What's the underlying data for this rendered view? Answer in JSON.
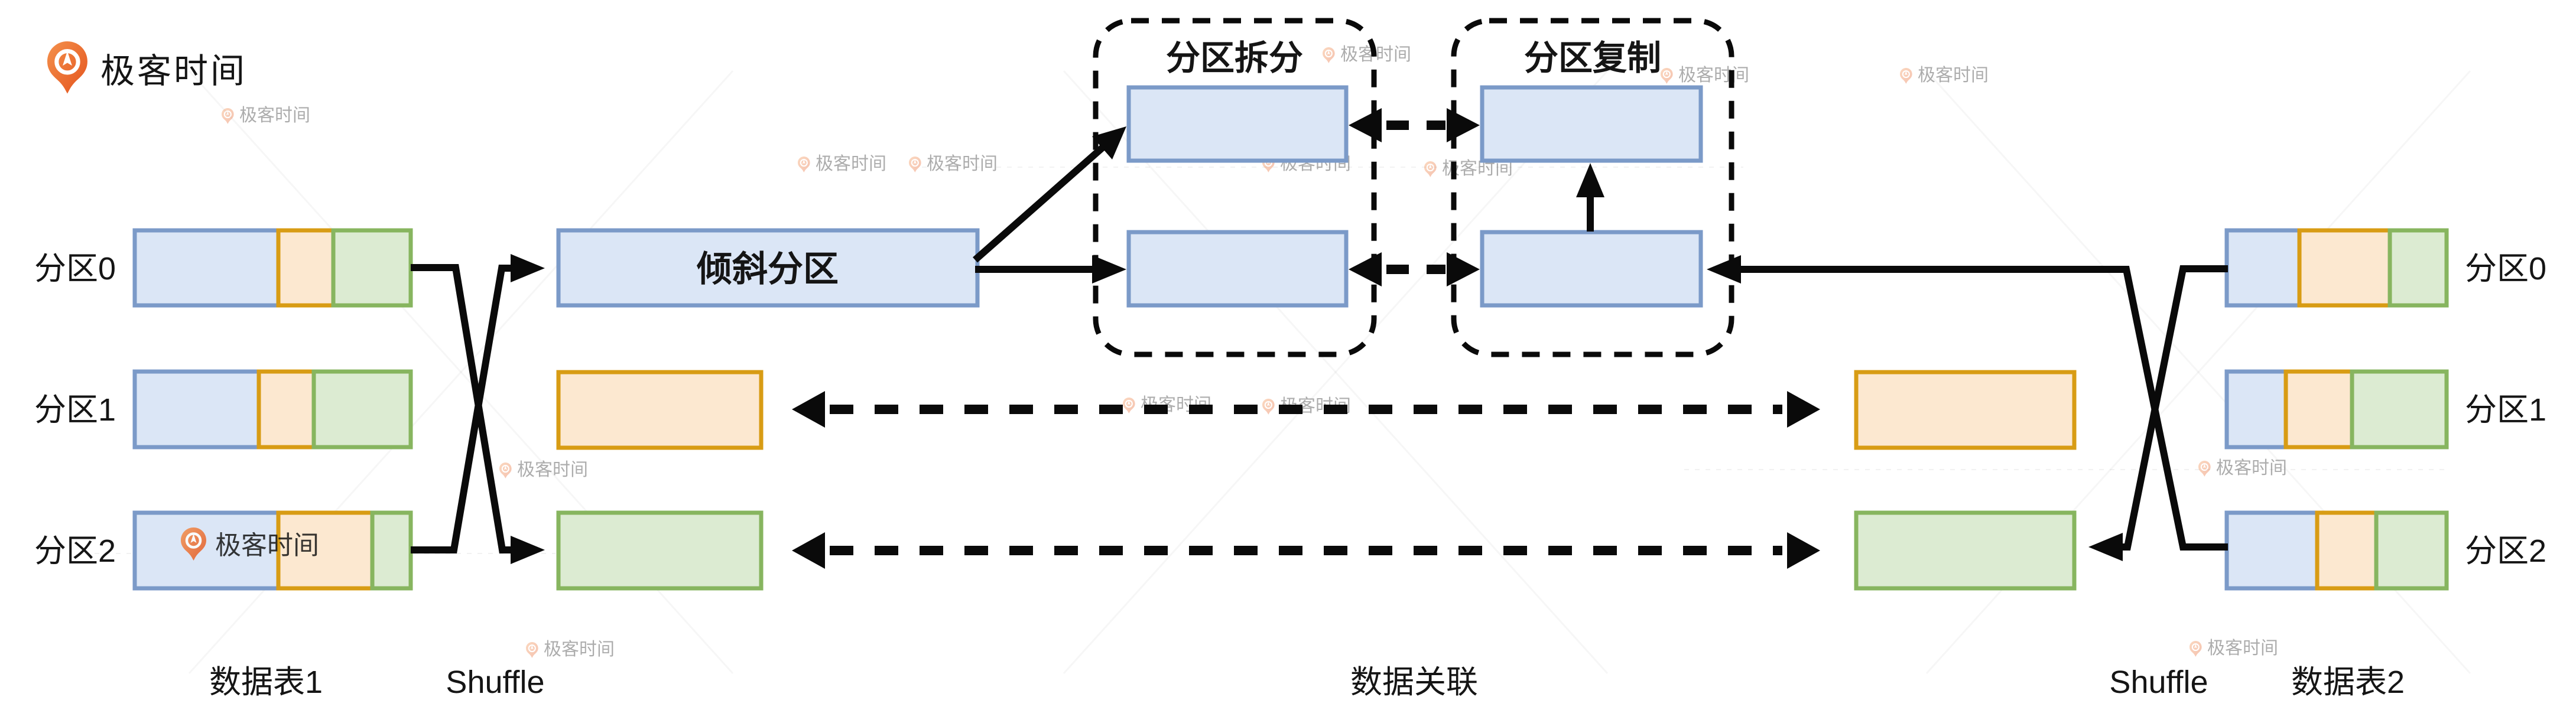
{
  "logo": {
    "brand": "极客时间"
  },
  "watermark_text": "极客时间",
  "left_table": {
    "caption": "数据表1",
    "partitions": [
      {
        "label": "分区0",
        "segments": [
          {
            "color": "blue",
            "share": 0.52
          },
          {
            "color": "orange",
            "share": 0.2
          },
          {
            "color": "green",
            "share": 0.28
          }
        ]
      },
      {
        "label": "分区1",
        "segments": [
          {
            "color": "blue",
            "share": 0.45
          },
          {
            "color": "orange",
            "share": 0.2
          },
          {
            "color": "green",
            "share": 0.35
          }
        ]
      },
      {
        "label": "分区2",
        "segments": [
          {
            "color": "blue",
            "share": 0.52
          },
          {
            "color": "orange",
            "share": 0.34
          },
          {
            "color": "green",
            "share": 0.14
          }
        ]
      }
    ]
  },
  "right_table": {
    "caption": "数据表2",
    "partitions": [
      {
        "label": "分区0",
        "segments": [
          {
            "color": "blue",
            "share": 0.33
          },
          {
            "color": "orange",
            "share": 0.41
          },
          {
            "color": "green",
            "share": 0.26
          }
        ]
      },
      {
        "label": "分区1",
        "segments": [
          {
            "color": "blue",
            "share": 0.27
          },
          {
            "color": "orange",
            "share": 0.3
          },
          {
            "color": "green",
            "share": 0.43
          }
        ]
      },
      {
        "label": "分区2",
        "segments": [
          {
            "color": "blue",
            "share": 0.41
          },
          {
            "color": "orange",
            "share": 0.27
          },
          {
            "color": "green",
            "share": 0.32
          }
        ]
      }
    ]
  },
  "labels": {
    "shuffle_left": "Shuffle",
    "shuffle_right": "Shuffle",
    "join": "数据关联"
  },
  "skewed_partition": {
    "label": "倾斜分区"
  },
  "split_group": {
    "title": "分区拆分"
  },
  "copy_group": {
    "title": "分区复制"
  },
  "colors": {
    "blue_border": "#7b9ac8",
    "blue_fill": "#dbe6f6",
    "orange_border": "#d89c14",
    "orange_fill": "#fce8d0",
    "green_border": "#87b55f",
    "green_fill": "#dcebd2",
    "arrow": "#0a0a0a",
    "logo_text": "#7d7d7d",
    "inline_logo_text": "#8a8a8a",
    "watermark": "#999999"
  }
}
